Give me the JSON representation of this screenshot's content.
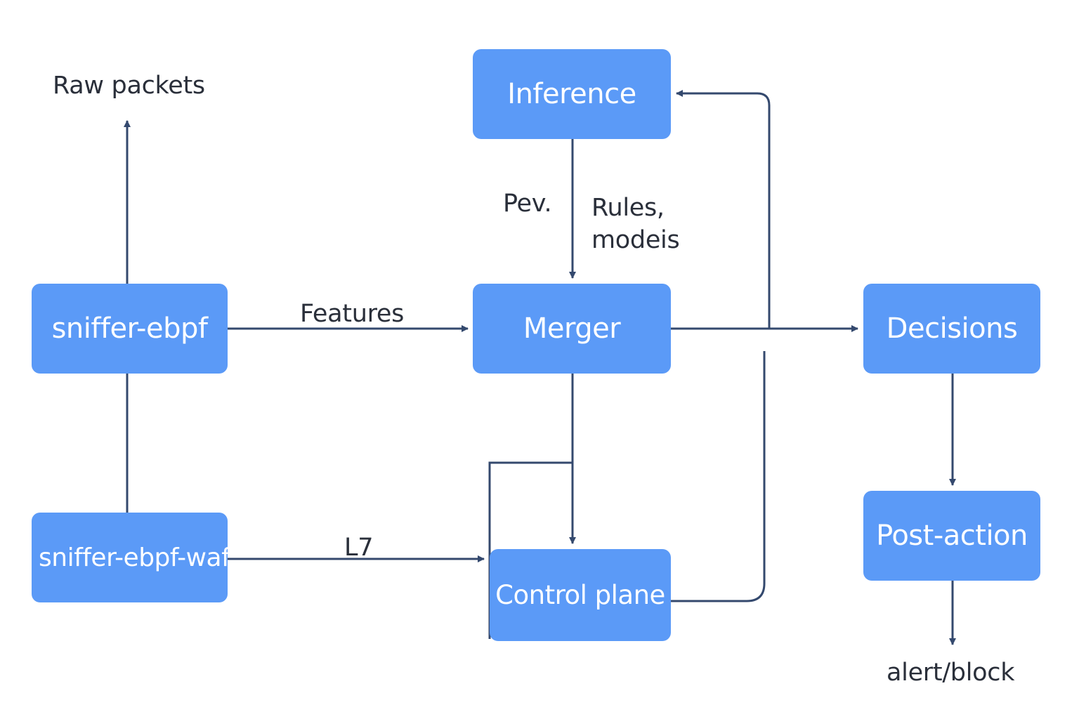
{
  "nodes": {
    "inference": "Inference",
    "sniffer_ebpf": "sniffer-ebpf",
    "merger": "Merger",
    "decisions": "Decisions",
    "sniffer_ebpf_waf": "sniffer-ebpf-waf",
    "post_action": "Post-action",
    "control_plane": "Control plane"
  },
  "labels": {
    "raw_packets": "Raw packets",
    "features": "Features",
    "pev": "Pev.",
    "rules_models": "Rules, modeis",
    "l7": "L7",
    "alert_block": "alert/block"
  },
  "colors": {
    "node_fill": "#5b9af7",
    "edge": "#34496e",
    "text": "#2a2f3a"
  }
}
